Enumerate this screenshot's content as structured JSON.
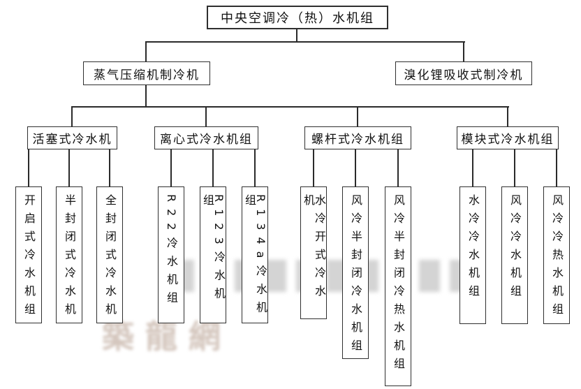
{
  "tree": {
    "root": {
      "label": "中央空调冷（热）水机组"
    },
    "level2": [
      {
        "label": "蒸气压缩机制冷机"
      },
      {
        "label": "溴化锂吸收式制冷机"
      }
    ],
    "level3": [
      {
        "label": "活塞式冷水机",
        "children": [
          "开启式冷水机组",
          "半封闭式冷水机",
          "全封闭式冷水机"
        ]
      },
      {
        "label": "离心式冷水机组",
        "children": [
          "R22冷水机组",
          "R123冷水机组",
          "R134a冷水机组"
        ]
      },
      {
        "label": "螺杆式冷水机组",
        "children": [
          "水冷开式冷水机",
          "风冷半封闭冷水机组",
          "风冷半封闭冷热水机组"
        ]
      },
      {
        "label": "模块式冷水机组",
        "children": [
          "水冷冷水机组",
          "风冷冷水机组",
          "风冷冷热水机组"
        ]
      }
    ]
  },
  "watermark": {
    "bottom_left": "築龍網"
  },
  "colors": {
    "background": "#ffffff",
    "line": "#2a2a2a",
    "box_border": "#2f2f2f",
    "text": "#111111",
    "watermark": "#cdbcb2"
  }
}
